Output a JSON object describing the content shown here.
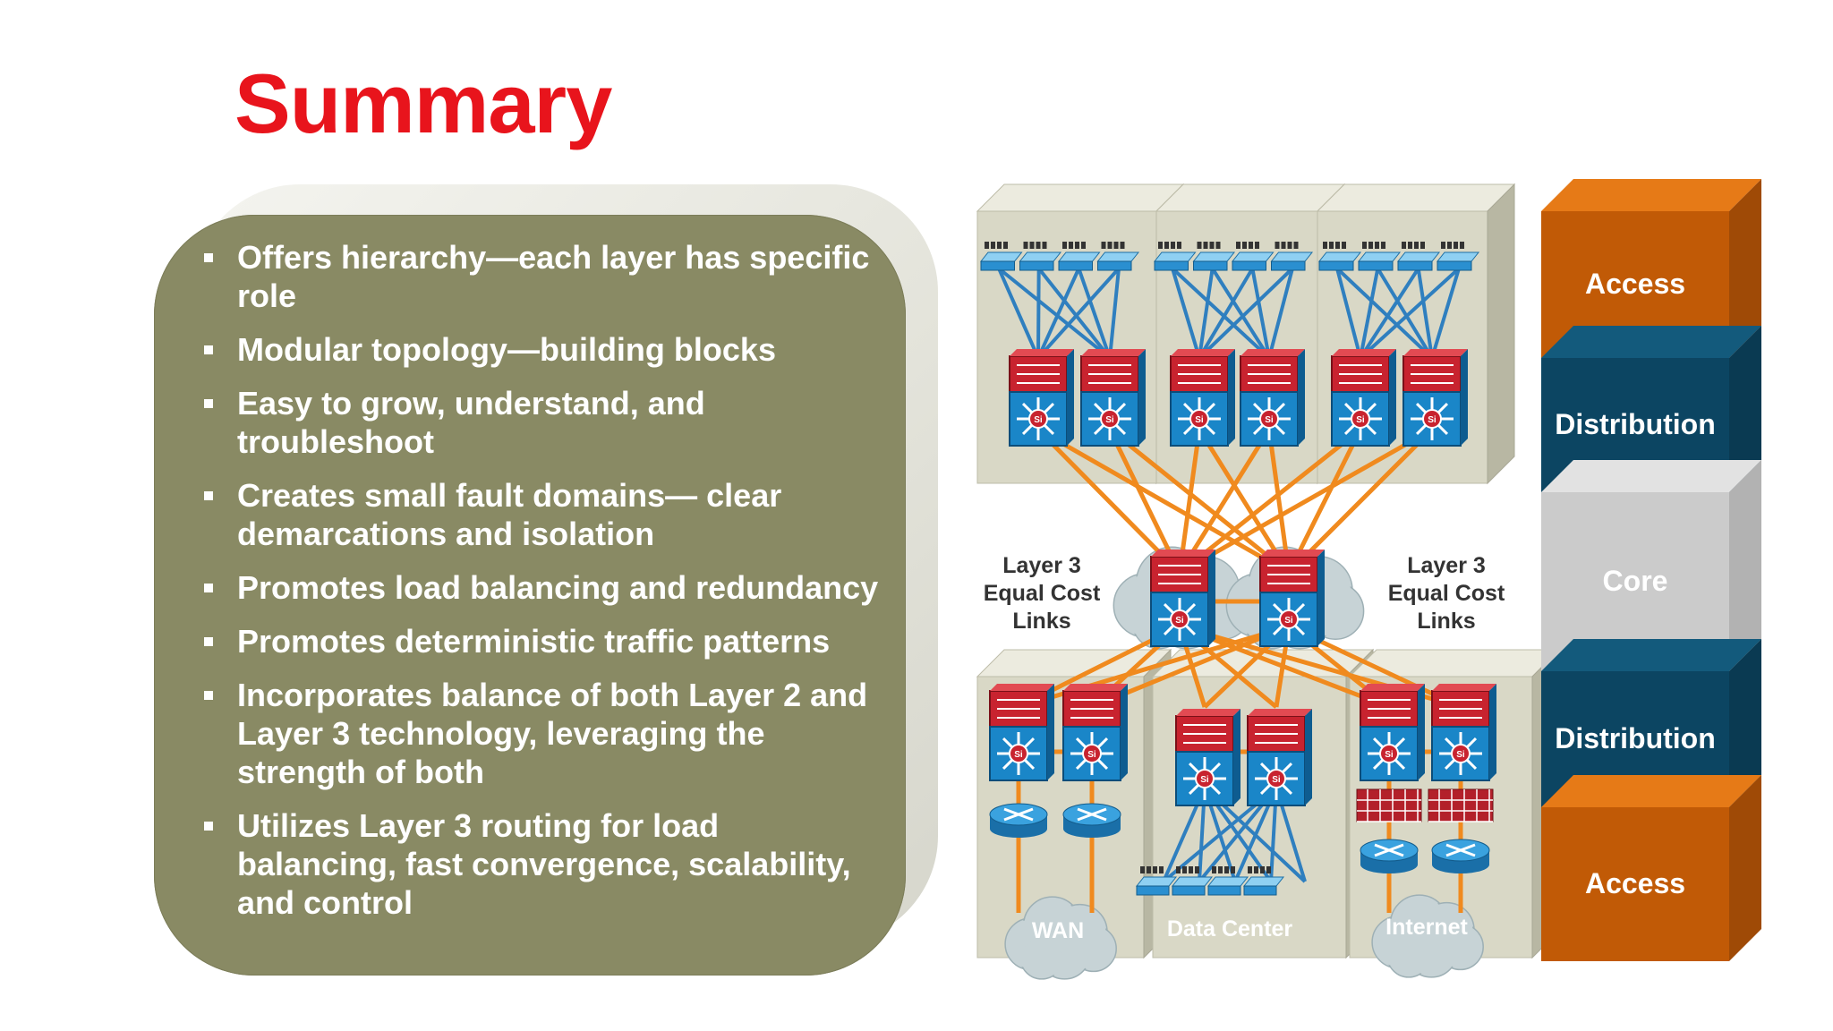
{
  "slide": {
    "title": "Summary",
    "bullets": [
      "Offers hierarchy—each layer has specific role",
      "Modular topology—building blocks",
      "Easy to grow, understand, and troubleshoot",
      "Creates small fault domains— clear demarcations and isolation",
      "Promotes load balancing and redundancy",
      "Promotes deterministic traffic patterns",
      "Incorporates balance of both Layer 2 and Layer 3 technology, leveraging the strength of both",
      "Utilizes Layer 3 routing for load balancing, fast convergence, scalability, and control"
    ]
  },
  "diagram": {
    "core_label_left": [
      "Layer 3",
      "Equal Cost",
      "Links"
    ],
    "core_label_right": [
      "Layer 3",
      "Equal Cost",
      "Links"
    ],
    "edge_labels": {
      "wan": "WAN",
      "data_center": "Data Center",
      "internet": "Internet"
    },
    "switch_badge": "Si",
    "layers": [
      {
        "label": "Access",
        "color": "#c15a06"
      },
      {
        "label": "Distribution",
        "color": "#0c4562"
      },
      {
        "label": "Core",
        "color": "#cbcbcb"
      },
      {
        "label": "Distribution",
        "color": "#0c4562"
      },
      {
        "label": "Access",
        "color": "#c15a06"
      }
    ],
    "colors": {
      "access_link": "#2f7fbf",
      "core_link": "#f08a1e",
      "switch_red": "#c8232f",
      "switch_blue": "#1a86c8"
    }
  }
}
